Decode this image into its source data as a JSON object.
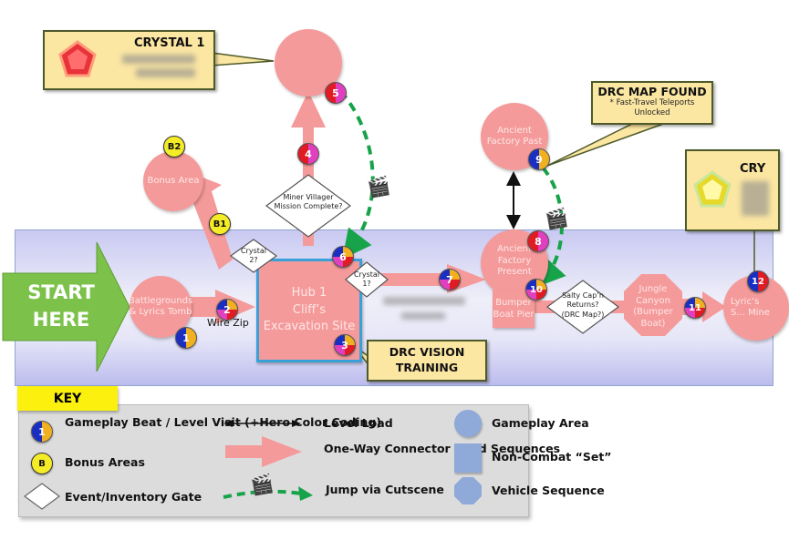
{
  "start": {
    "line1": "START",
    "line2": "HERE"
  },
  "nodes": {
    "battlegrounds": "Battlegrounds & Lyrics Tomb",
    "hub1": {
      "line1": "Hub 1",
      "line2": "Cliff’s",
      "line3": "Excavation Site"
    },
    "bonus_area": "Bonus Area",
    "crystal1_area": "",
    "ancient_factory_past": "Ancient Factory Past",
    "ancient_factory_present": "Ancient Factory Present",
    "bumper_boat_pier": "Bumper Boat Pier",
    "jungle_canyon": "Jungle Canyon (Bumper Boat)",
    "lyrics_mine": "Lyric’s S... Mine"
  },
  "gates": {
    "crystal2": "Crystal 2?",
    "crystal1": "Crystal 1?",
    "miner_villager": "Miner Villager Mission Complete?",
    "salty_capn": "Salty Cap’n Returns? (DRC Map?)"
  },
  "connector_labels": {
    "wire_zip": "Wire Zip"
  },
  "beats": [
    "1",
    "2",
    "3",
    "4",
    "5",
    "6",
    "7",
    "8",
    "9",
    "10",
    "11",
    "12"
  ],
  "bonus": [
    "B1",
    "B2"
  ],
  "callouts": {
    "crystal1": {
      "title": "CRYSTAL 1"
    },
    "crystal2": {
      "title": "CRY"
    },
    "drc_map": {
      "title": "DRC MAP FOUND",
      "subtitle": "* Fast-Travel Teleports Unlocked"
    },
    "drc_vision": {
      "title": "DRC VISION TRAINING"
    }
  },
  "colors": {
    "area": "#f59a9a",
    "hub_border": "#3aa0d8",
    "start_arrow": "#7cc24a",
    "cutscene_path": "#17a34a",
    "key_title_bg": "#fbf00e",
    "key_shape": "#8fa9d9"
  },
  "key": {
    "title": "KEY",
    "items": [
      {
        "icon": "beat-badge-icon",
        "label": "Gameplay Beat / Level Visit (+Hero Color Coding)"
      },
      {
        "icon": "bonus-badge-icon",
        "label": "Bonus Areas"
      },
      {
        "icon": "diamond-gate-icon",
        "label": "Event/Inventory Gate"
      },
      {
        "icon": "double-arrow-icon",
        "label": "Level Load"
      },
      {
        "icon": "pink-arrow-icon",
        "label": "One-Way Connector Road Sequences"
      },
      {
        "icon": "cutscene-arrow-icon",
        "label": "Jump via Cutscene"
      },
      {
        "icon": "circle-shape-icon",
        "label": "Gameplay Area"
      },
      {
        "icon": "square-shape-icon",
        "label": "Non-Combat “Set”"
      },
      {
        "icon": "octagon-shape-icon",
        "label": "Vehicle Sequence"
      }
    ],
    "bonus_letter": "B",
    "beat_number": "1"
  }
}
